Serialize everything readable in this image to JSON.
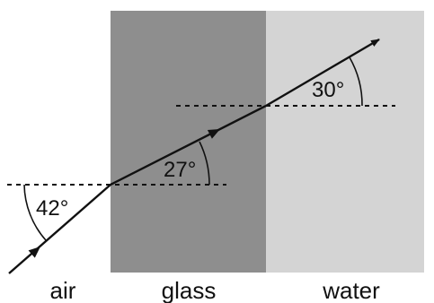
{
  "media": {
    "air": {
      "label": "air",
      "color": "#ffffff"
    },
    "glass": {
      "label": "glass",
      "color": "#8e8e8e"
    },
    "water": {
      "label": "water",
      "color": "#d4d4d4"
    }
  },
  "angles": {
    "air": "42°",
    "glass": "27°",
    "water": "30°"
  },
  "colors": {
    "ray": "#111111",
    "normal": "#111111"
  }
}
